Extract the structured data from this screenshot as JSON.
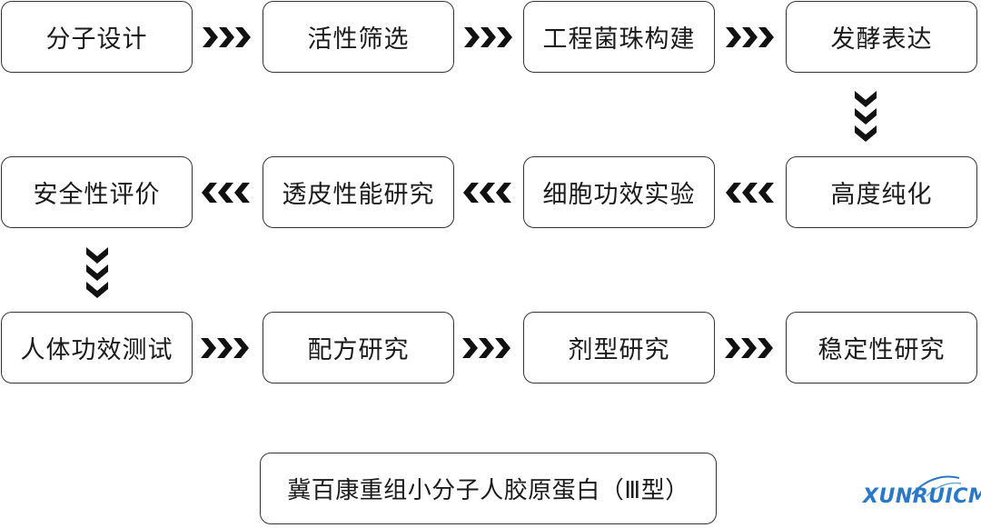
{
  "steps": {
    "s1": "分子设计",
    "s2": "活性筛选",
    "s3": "工程菌珠构建",
    "s4": "发酵表达",
    "s5": "高度纯化",
    "s6": "细胞功效实验",
    "s7": "透皮性能研究",
    "s8": "安全性评价",
    "s9": "人体功效测试",
    "s10": "配方研究",
    "s11": "剂型研究",
    "s12": "稳定性研究"
  },
  "product": "冀百康重组小分子人胶原蛋白（Ⅲ型）",
  "watermark": "XUNRUICMS",
  "colors": {
    "arrow": "#111111",
    "border": "#333333",
    "watermark": "#2a78c8"
  },
  "icons": {
    "right": "chevron-right-triple-icon",
    "left": "chevron-left-triple-icon",
    "down": "chevron-down-triple-icon"
  }
}
